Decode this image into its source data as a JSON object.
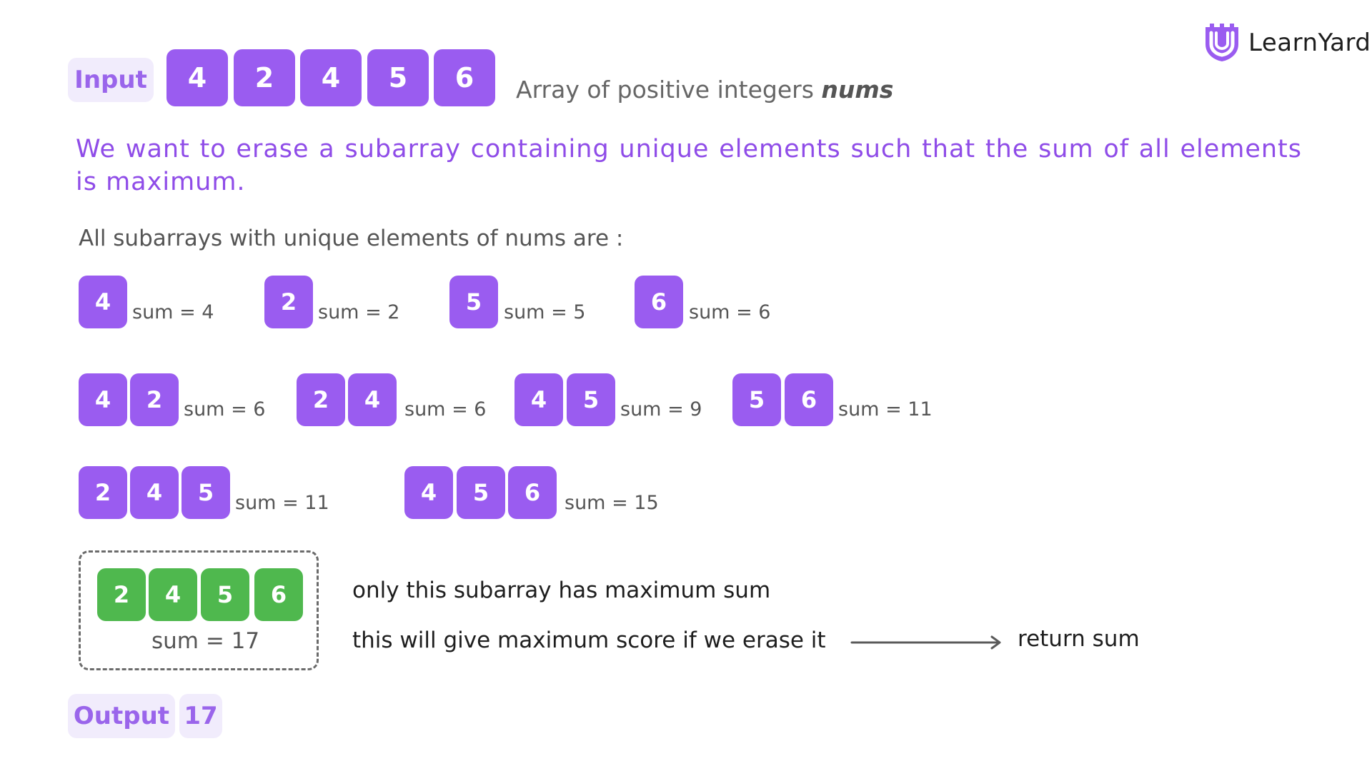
{
  "brand": {
    "name": "LearnYard",
    "accent": "#9a5cf0"
  },
  "input": {
    "label": "Input",
    "values": [
      "4",
      "2",
      "4",
      "5",
      "6"
    ],
    "description_prefix": "Array of positive integers ",
    "description_var": "nums"
  },
  "statement": "We want to erase a subarray containing unique elements such that the sum of all elements is maximum.",
  "subarrays_heading": "All subarrays with unique elements of nums are :",
  "subarrays": [
    {
      "values": [
        "4"
      ],
      "sum_text": "sum = 4"
    },
    {
      "values": [
        "2"
      ],
      "sum_text": "sum = 2"
    },
    {
      "values": [
        "5"
      ],
      "sum_text": "sum = 5"
    },
    {
      "values": [
        "6"
      ],
      "sum_text": "sum = 6"
    },
    {
      "values": [
        "4",
        "2"
      ],
      "sum_text": "sum = 6"
    },
    {
      "values": [
        "2",
        "4"
      ],
      "sum_text": "sum = 6"
    },
    {
      "values": [
        "4",
        "5"
      ],
      "sum_text": "sum = 9"
    },
    {
      "values": [
        "5",
        "6"
      ],
      "sum_text": "sum = 11"
    },
    {
      "values": [
        "2",
        "4",
        "5"
      ],
      "sum_text": "sum = 11"
    },
    {
      "values": [
        "4",
        "5",
        "6"
      ],
      "sum_text": "sum = 15"
    }
  ],
  "answer": {
    "values": [
      "2",
      "4",
      "5",
      "6"
    ],
    "sum_text": "sum = 17",
    "note_1": "only this subarray has maximum sum",
    "note_2": "this will give maximum score if we erase it",
    "result_text": "return sum"
  },
  "output": {
    "label": "Output",
    "value": "17"
  },
  "colors": {
    "purple": "#9a5cf0",
    "green": "#4fb84e",
    "tag_bg": "#f1ecfc",
    "statement": "#8f4ce8"
  }
}
